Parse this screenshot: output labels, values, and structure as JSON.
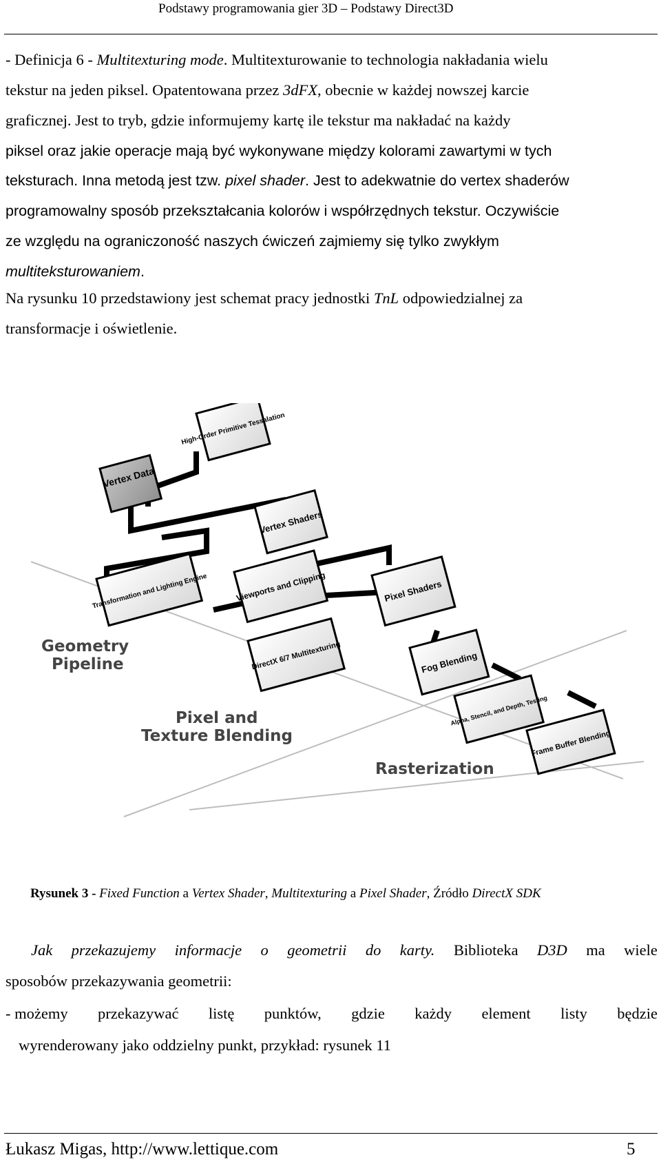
{
  "header": {
    "title": "Podstawy programowania gier 3D – Podstawy Direct3D"
  },
  "paragraph1": {
    "l1": {
      "a": "- Definicja 6 - ",
      "b": "Multitexturing mode",
      "c": ". Multitexturowanie to technologia nakładania wielu"
    },
    "l2": {
      "a": "tekstur na jeden piksel. Opatentowana przez ",
      "b": "3dFX",
      "c": ", obecnie w każdej nowszej karcie"
    },
    "l3": "graficznej. Jest to tryb, gdzie informujemy kartę ile tekstur ma nakładać na każdy",
    "l4": "piksel oraz jakie operacje mają być wykonywane między kolorami zawartymi w tych",
    "l5": {
      "a": "teksturach. Inna metodą jest tzw. ",
      "b": "pixel shader",
      "c": ". Jest to adekwatnie do vertex shaderów"
    },
    "l6": {
      "a": "programowalny sposób przekształcania kolorów i współrzędnych tekstur. ",
      "b": "Oczywiście"
    },
    "l7": "ze względu na ograniczoność naszych ćwiczeń zajmiemy się tylko zwykłym",
    "l8": {
      "a": "multiteksturowaniem",
      "b": "."
    }
  },
  "paragraph2": {
    "l1": {
      "a": "Na rysunku 10 przedstawiony jest schemat pracy jednostki ",
      "b": "TnL",
      "c": " odpowiedzialnej za"
    },
    "l2": "transformacje i oświetlenie."
  },
  "diagram": {
    "boxes": {
      "vertex_data": "Vertex Data",
      "high_order": "High-Order Primitive Tessalation",
      "vertex_shaders": "Vertex Shaders",
      "transformation": "Transformation and Lighting Engine",
      "viewports": "Viewports and Clipping",
      "pixel_shaders": "Pixel Shaders",
      "directx_multitexturing": "DirectX 6/7 Multitexturing",
      "fog_blending": "Fog Blending",
      "alpha_stencil": "Alpha, Stencil, and Depth, Testing",
      "frame_buffer": "Frame Buffer Blending"
    },
    "sections": {
      "geometry_1": "Geometry",
      "geometry_2": "Pipeline",
      "pixel_1": "Pixel and",
      "pixel_2": "Texture Blending",
      "rasterization": "Rasterization"
    }
  },
  "caption": {
    "label": "Rysunek 3 - ",
    "p1": "Fixed Function",
    "p2": " a ",
    "p3": "Vertex Shader",
    "p4": ", ",
    "p5": "Multitexturing",
    "p6": " a ",
    "p7": "Pixel Shader",
    "p8": ", Źródło ",
    "p9": "DirectX SDK"
  },
  "paragraph3": {
    "l1_words": [
      "Jak",
      "przekazujemy",
      "informacje",
      "o",
      "geometrii",
      "do",
      "karty.",
      "Biblioteka",
      "D3D",
      "ma",
      "wiele"
    ],
    "l2": "sposobów przekazywania geometrii:"
  },
  "paragraph4": {
    "l1_words": [
      "- możemy",
      "przekazywać",
      "listę",
      "punktów,",
      "gdzie",
      "każdy",
      "element",
      "listy",
      "będzie"
    ],
    "l2": "wyrenderowany jako oddzielny punkt, przykład: rysunek 11"
  },
  "footer": {
    "author": "Łukasz Migas, http://www.lettique.com",
    "page": "5"
  }
}
